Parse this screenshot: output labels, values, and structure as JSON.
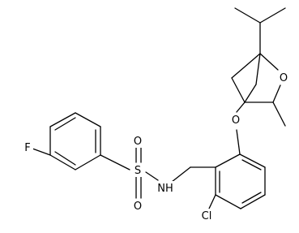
{
  "molecule": {
    "atoms": {
      "fluorine": "F",
      "sulfur": "S",
      "sulfonyl_oxygen_top": "O",
      "sulfonyl_oxygen_bottom": "O",
      "amine_nh": "NH",
      "ether_oxygen": "O",
      "bridge_oxygen": "O",
      "chlorine": "Cl"
    }
  }
}
